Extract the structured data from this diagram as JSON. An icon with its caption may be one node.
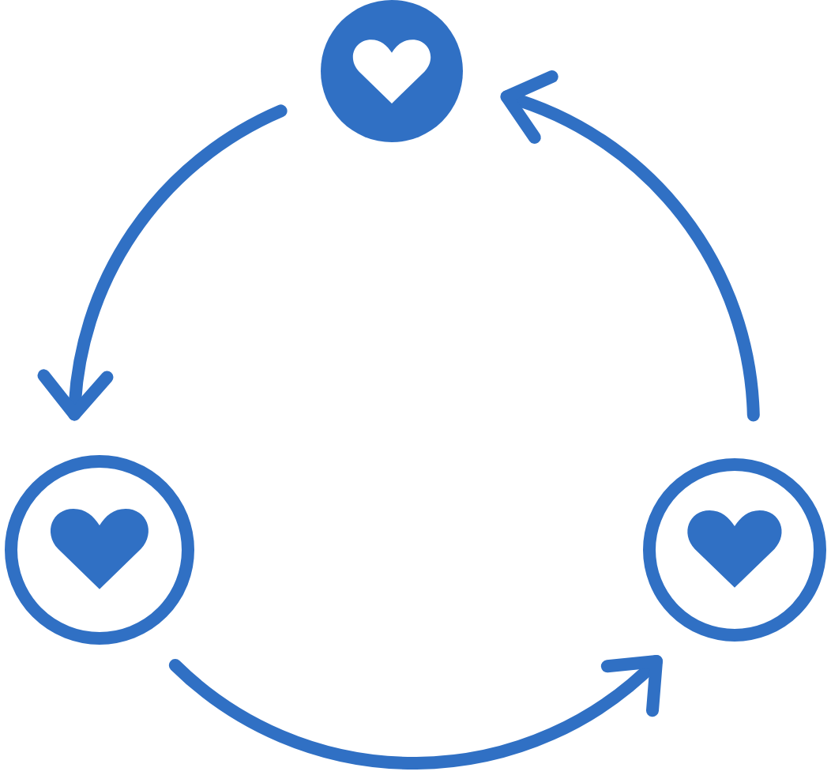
{
  "diagram": {
    "nodes": [
      {
        "text": [],
        "shape": "circle"
      },
      {
        "text": [],
        "shape": "circle"
      },
      {
        "text": [],
        "shape": "circle"
      }
    ],
    "edges": [
      {
        "from": 0,
        "to": 1,
        "arrow": "to"
      },
      {
        "from": 1,
        "to": 2,
        "arrow": "to"
      },
      {
        "from": 2,
        "to": 0,
        "arrow": "to"
      }
    ]
  }
}
